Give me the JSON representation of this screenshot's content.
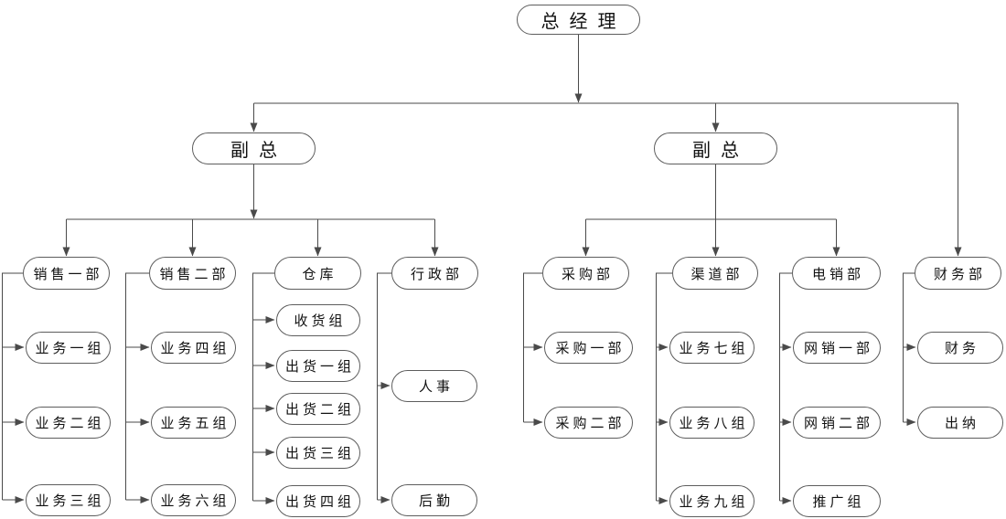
{
  "diagram_title": "company organization chart",
  "colors": {
    "background": "#ffffff",
    "line": "#4a4a4a",
    "node_border": "#5d5d5d",
    "text": "#111111"
  },
  "org": {
    "root": {
      "label": "总经理"
    },
    "vps": [
      {
        "label": "副总"
      },
      {
        "label": "副总"
      }
    ],
    "departments": [
      {
        "label": "销售一部",
        "children": [
          "业务一组",
          "业务二组",
          "业务三组"
        ]
      },
      {
        "label": "销售二部",
        "children": [
          "业务四组",
          "业务五组",
          "业务六组"
        ]
      },
      {
        "label": "仓库",
        "children": [
          "收货组",
          "出货一组",
          "出货二组",
          "出货三组",
          "出货四组"
        ]
      },
      {
        "label": "行政部",
        "children": [
          "人事",
          "后勤"
        ]
      },
      {
        "label": "采购部",
        "children": [
          "采购一部",
          "采购二部"
        ]
      },
      {
        "label": "渠道部",
        "children": [
          "业务七组",
          "业务八组",
          "业务九组"
        ]
      },
      {
        "label": "电销部",
        "children": [
          "网销一部",
          "网销二部",
          "推广组"
        ]
      },
      {
        "label": "财务部",
        "children": [
          "财务",
          "出纳"
        ]
      }
    ]
  }
}
